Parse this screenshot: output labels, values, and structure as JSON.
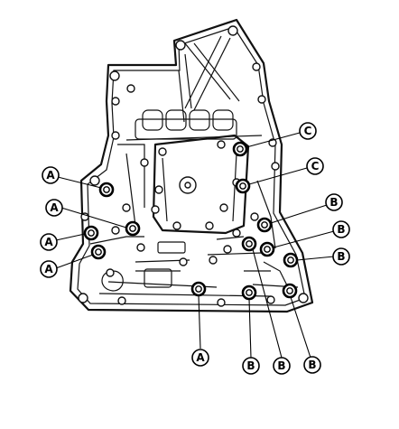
{
  "diagram": {
    "callouts": [
      {
        "id": "A1",
        "label": "A"
      },
      {
        "id": "A2",
        "label": "A"
      },
      {
        "id": "A3",
        "label": "A"
      },
      {
        "id": "A4",
        "label": "A"
      },
      {
        "id": "A5",
        "label": "A"
      },
      {
        "id": "B1",
        "label": "B"
      },
      {
        "id": "B2",
        "label": "B"
      },
      {
        "id": "B3",
        "label": "B"
      },
      {
        "id": "B4",
        "label": "B"
      },
      {
        "id": "B5",
        "label": "B"
      },
      {
        "id": "B6",
        "label": "B"
      },
      {
        "id": "C1",
        "label": "C"
      },
      {
        "id": "C2",
        "label": "C"
      }
    ]
  }
}
